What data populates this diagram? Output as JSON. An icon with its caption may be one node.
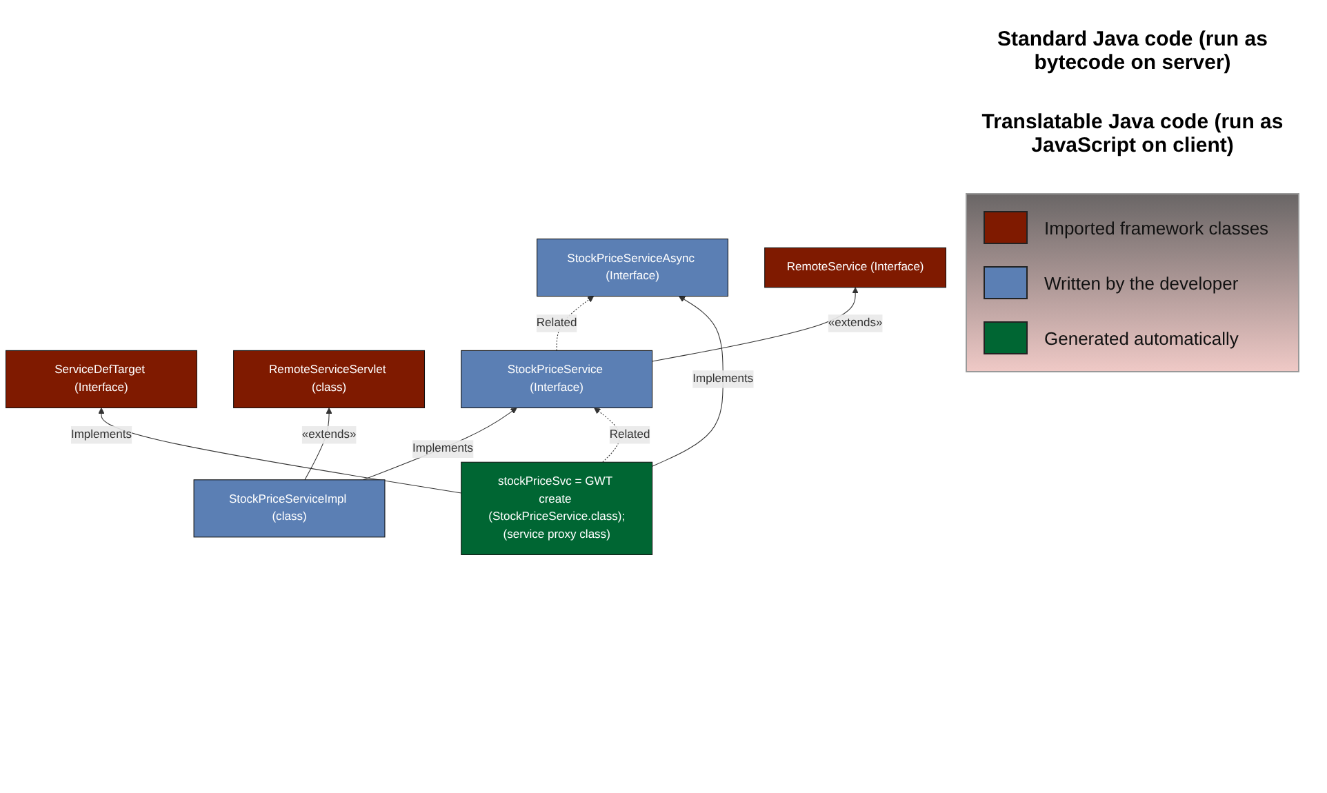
{
  "diagram": {
    "nodes": [
      {
        "text": [
          "ServiceDefTarget (Interface)"
        ]
      },
      {
        "text": [
          "RemoteService (Interface)"
        ]
      },
      {
        "text": [
          "RemoteServiceServlet (class)"
        ]
      },
      {
        "text": [
          "StockPriceServiceAsync (Interface)"
        ]
      },
      {
        "text": [
          "StockPriceService (Interface)"
        ]
      },
      {
        "text": [
          "StockPriceServiceImpl (class)"
        ]
      },
      {
        "text": [
          "stockPriceSvc = GWT create (StockPriceService.class);",
          "(service proxy class)"
        ]
      }
    ],
    "edges": [
      {
        "from": 6,
        "to": 0,
        "arrow": "to",
        "label": "Implements"
      },
      {
        "from": 4,
        "to": 3,
        "arrow": "to",
        "label": "Related",
        "style": "dashed"
      },
      {
        "from": 4,
        "to": 1,
        "arrow": "to",
        "label": "«extends»"
      },
      {
        "from": 5,
        "to": 2,
        "arrow": "to",
        "label": "«extends»"
      },
      {
        "from": 5,
        "to": 4,
        "arrow": "to",
        "label": "Implements"
      },
      {
        "from": 6,
        "to": 3,
        "arrow": "to",
        "label": "Implements"
      },
      {
        "from": 6,
        "to": 4,
        "arrow": "to",
        "label": "Related",
        "style": "dashed"
      }
    ],
    "labels": [
      "Standard Java code (run as bytecode on server)",
      "Translatable Java code (run as JavaScript on client)"
    ],
    "legend": [
      {
        "text": "Imported framework classes",
        "color": "#7f1a00"
      },
      {
        "text": "Written by the developer",
        "color": "#5b7fb4"
      },
      {
        "text": "Generated automatically",
        "color": "#006633"
      }
    ]
  }
}
